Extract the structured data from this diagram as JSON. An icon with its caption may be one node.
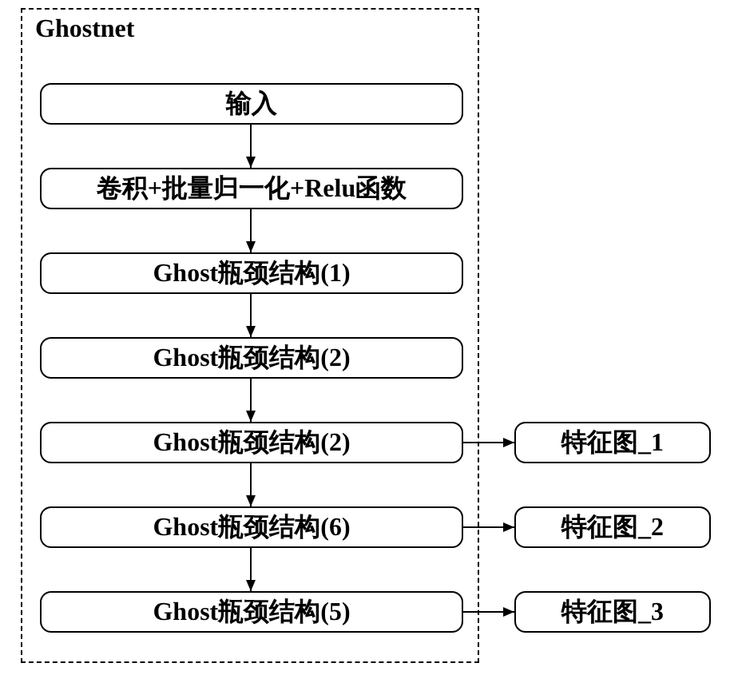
{
  "diagram": {
    "nodes": [
      {
        "text": [
          "Ghostnet"
        ]
      },
      {
        "text": [
          "输入"
        ],
        "in": 0
      },
      {
        "text": [
          "卷积+批量归一化+Relu函数"
        ],
        "in": 0
      },
      {
        "text": [
          "Ghost瓶颈结构(1)"
        ],
        "in": 0
      },
      {
        "text": [
          "Ghost瓶颈结构(2)"
        ],
        "in": 0
      },
      {
        "text": [
          "Ghost瓶颈结构(2)"
        ],
        "in": 0
      },
      {
        "text": [
          "Ghost瓶颈结构(6)"
        ],
        "in": 0
      },
      {
        "text": [
          "Ghost瓶颈结构(5)"
        ],
        "in": 0
      },
      {
        "text": [
          "特征图_1"
        ]
      },
      {
        "text": [
          "特征图_2"
        ]
      },
      {
        "text": [
          "特征图_3"
        ]
      }
    ],
    "edges": [
      {
        "from": 1,
        "to": 2,
        "arrow": "to"
      },
      {
        "from": 2,
        "to": 3,
        "arrow": "to"
      },
      {
        "from": 3,
        "to": 4,
        "arrow": "to"
      },
      {
        "from": 4,
        "to": 5,
        "arrow": "to"
      },
      {
        "from": 5,
        "to": 6,
        "arrow": "to"
      },
      {
        "from": 6,
        "to": 7,
        "arrow": "to"
      },
      {
        "from": 5,
        "to": 8,
        "arrow": "to"
      },
      {
        "from": 6,
        "to": 9,
        "arrow": "to"
      },
      {
        "from": 7,
        "to": 10,
        "arrow": "to"
      }
    ]
  }
}
